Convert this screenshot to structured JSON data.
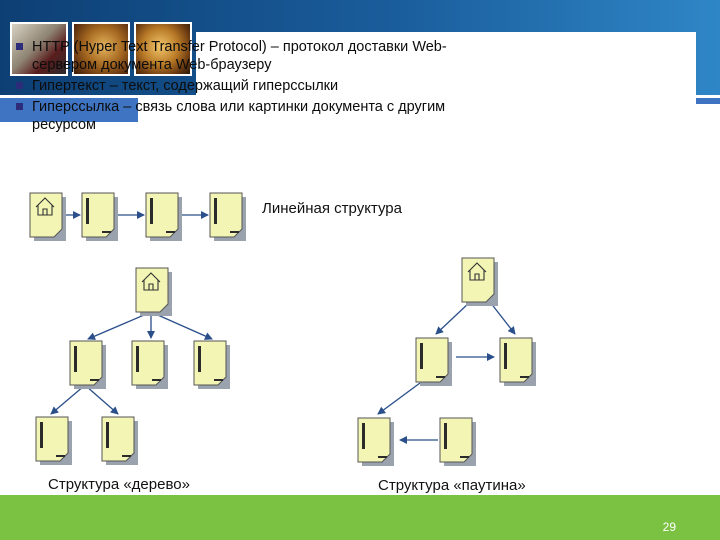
{
  "bullets": [
    "HTTP (Hyper Text Transfer Protocol) – протокол доставки Web-сервером документа Web-браузеру",
    "Гипертекст – текст, содержащий гиперссылки",
    "Гиперссылка – связь слова или картинки документа с другим ресурсом"
  ],
  "captions": {
    "linear": "Линейная структура",
    "tree": "Структура «дерево»",
    "web": "Структура «паутина»"
  },
  "page_number": "29",
  "colors": {
    "header_band": "#1a5d9c",
    "footer_band": "#7cc242",
    "node_fill": "#f2f5b4",
    "node_stroke": "#555555",
    "arrow": "#2a4f8a"
  },
  "icons": {
    "home_node": "home-icon",
    "doc_node": "document-icon"
  }
}
